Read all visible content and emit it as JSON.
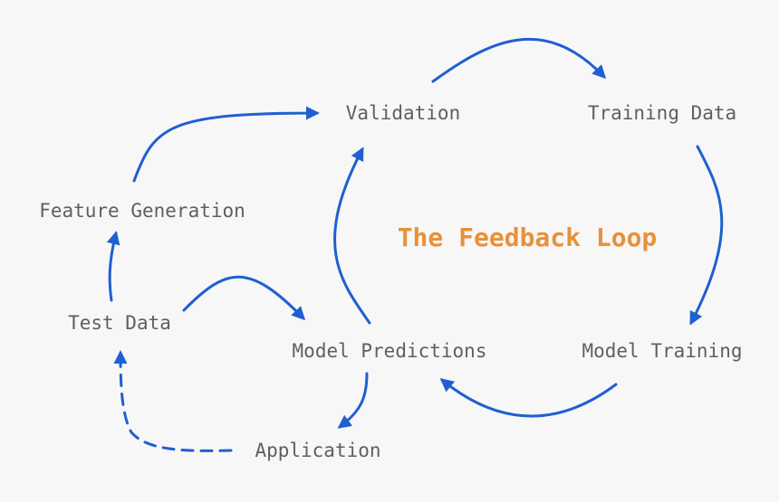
{
  "title": "The Feedback Loop",
  "colors": {
    "arrow": "#1f5fd1",
    "title": "#e8913a",
    "text": "#5f5f5f",
    "background": "#f7f7f7"
  },
  "nodes": {
    "validation": "Validation",
    "training_data": "Training Data",
    "feature_generation": "Feature Generation",
    "test_data": "Test Data",
    "model_predictions": "Model Predictions",
    "model_training": "Model Training",
    "application": "Application"
  }
}
